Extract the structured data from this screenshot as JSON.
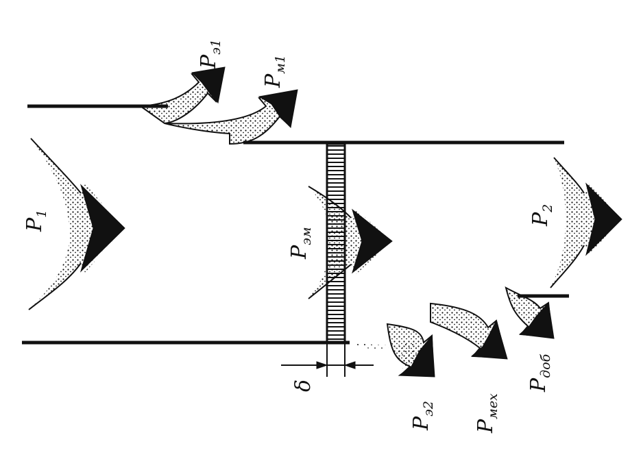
{
  "labels": {
    "p1": {
      "main": "P",
      "sub": "1"
    },
    "p2": {
      "main": "P",
      "sub": "2"
    },
    "pem": {
      "main": "P",
      "sub": "эм"
    },
    "pe1": {
      "main": "P",
      "sub": "э1"
    },
    "pm1": {
      "main": "P",
      "sub": "м1"
    },
    "pe2": {
      "main": "P",
      "sub": "э2"
    },
    "pmeh": {
      "main": "P",
      "sub": "мех"
    },
    "pdob": {
      "main": "P",
      "sub": "доб"
    },
    "delta": "δ"
  }
}
